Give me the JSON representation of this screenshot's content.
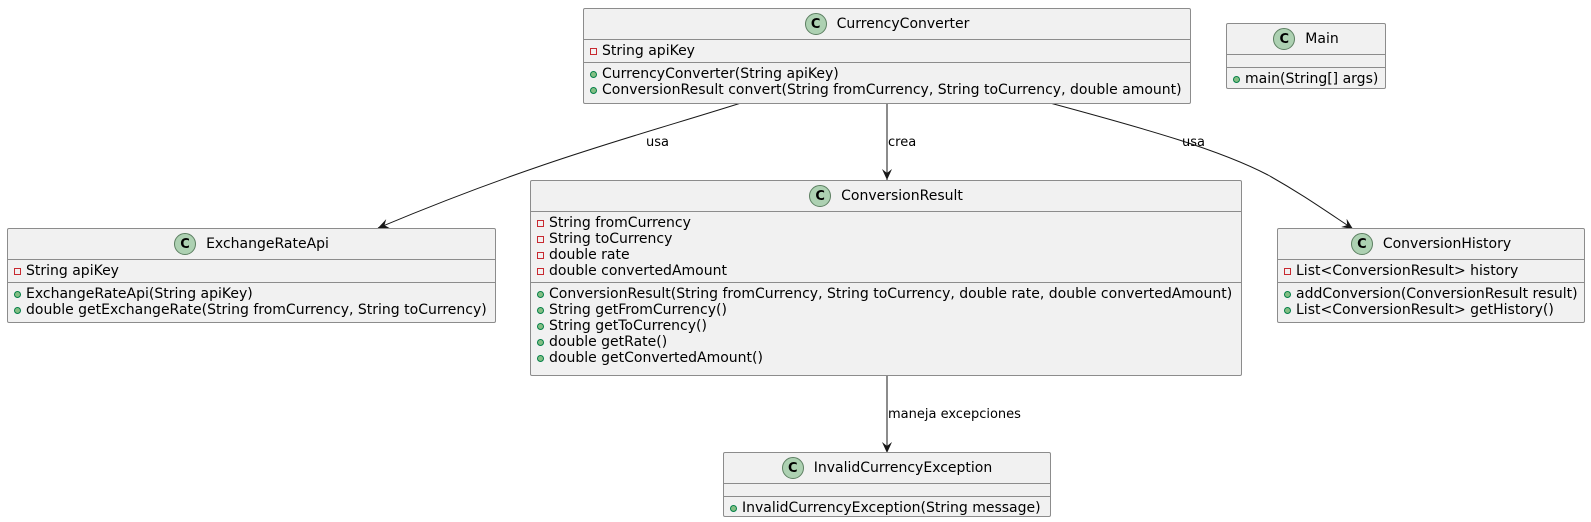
{
  "classes": {
    "currency_converter": {
      "name": "CurrencyConverter",
      "badge": "C",
      "fields": [
        {
          "vis": "private",
          "text": "String apiKey"
        }
      ],
      "methods": [
        {
          "vis": "public",
          "text": "CurrencyConverter(String apiKey)"
        },
        {
          "vis": "public",
          "text": "ConversionResult convert(String fromCurrency, String toCurrency, double amount)"
        }
      ]
    },
    "main": {
      "name": "Main",
      "badge": "C",
      "fields": [],
      "methods": [
        {
          "vis": "public",
          "text": "main(String[] args)"
        }
      ]
    },
    "exchange_rate_api": {
      "name": "ExchangeRateApi",
      "badge": "C",
      "fields": [
        {
          "vis": "private",
          "text": "String apiKey"
        }
      ],
      "methods": [
        {
          "vis": "public",
          "text": "ExchangeRateApi(String apiKey)"
        },
        {
          "vis": "public",
          "text": "double getExchangeRate(String fromCurrency, String toCurrency)"
        }
      ]
    },
    "conversion_result": {
      "name": "ConversionResult",
      "badge": "C",
      "fields": [
        {
          "vis": "private",
          "text": "String fromCurrency"
        },
        {
          "vis": "private",
          "text": "String toCurrency"
        },
        {
          "vis": "private",
          "text": "double rate"
        },
        {
          "vis": "private",
          "text": "double convertedAmount"
        }
      ],
      "methods": [
        {
          "vis": "public",
          "text": "ConversionResult(String fromCurrency, String toCurrency, double rate, double convertedAmount)"
        },
        {
          "vis": "public",
          "text": "String getFromCurrency()"
        },
        {
          "vis": "public",
          "text": "String getToCurrency()"
        },
        {
          "vis": "public",
          "text": "double getRate()"
        },
        {
          "vis": "public",
          "text": "double getConvertedAmount()"
        }
      ]
    },
    "conversion_history": {
      "name": "ConversionHistory",
      "badge": "C",
      "fields": [
        {
          "vis": "private",
          "text": "List<ConversionResult> history"
        }
      ],
      "methods": [
        {
          "vis": "public",
          "text": "addConversion(ConversionResult result)"
        },
        {
          "vis": "public",
          "text": "List<ConversionResult> getHistory()"
        }
      ]
    },
    "invalid_currency_exception": {
      "name": "InvalidCurrencyException",
      "badge": "C",
      "fields": [],
      "methods": [
        {
          "vis": "public",
          "text": "InvalidCurrencyException(String message)"
        }
      ]
    }
  },
  "relations": [
    {
      "from": "CurrencyConverter",
      "to": "ExchangeRateApi",
      "label": "usa"
    },
    {
      "from": "CurrencyConverter",
      "to": "ConversionResult",
      "label": "crea"
    },
    {
      "from": "CurrencyConverter",
      "to": "ConversionHistory",
      "label": "usa"
    },
    {
      "from": "ConversionResult",
      "to": "InvalidCurrencyException",
      "label": "maneja excepciones"
    }
  ],
  "colors": {
    "box_fill": "#f1f1f1",
    "box_border": "#8c8c8c",
    "class_badge": "#add1b2",
    "private_marker": "#c82930",
    "public_marker": "#84be84"
  }
}
